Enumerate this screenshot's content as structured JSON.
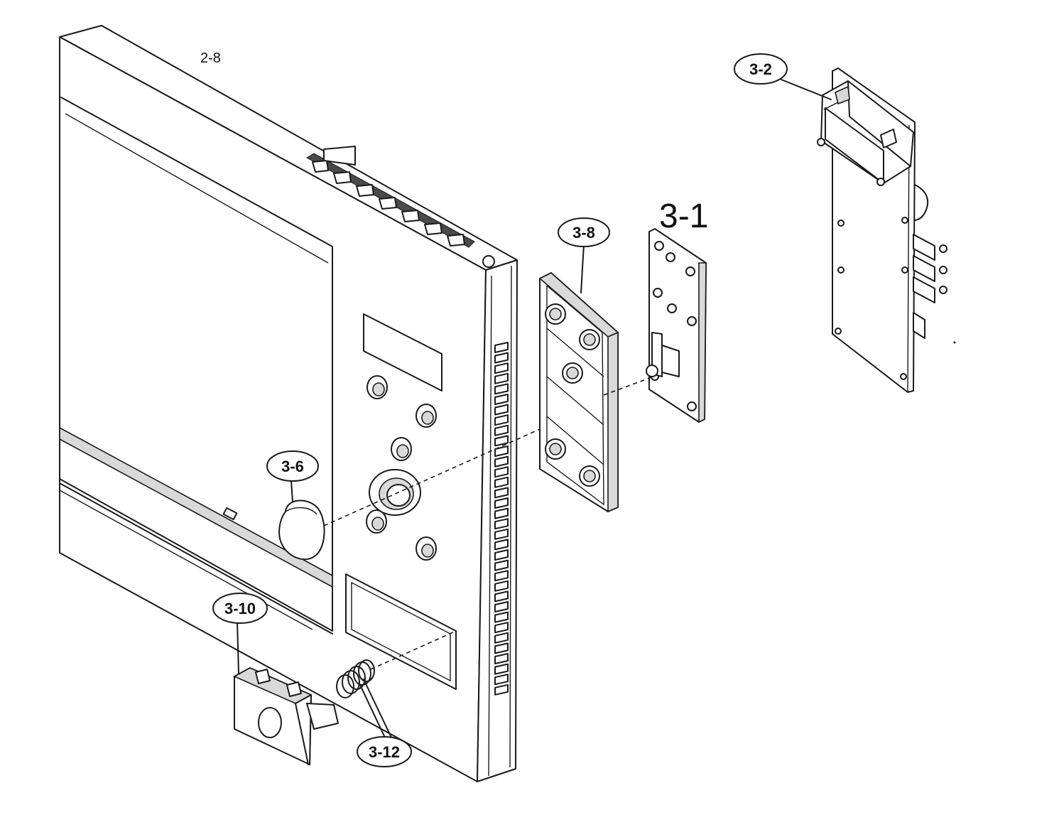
{
  "labels": {
    "panel": "2-8",
    "pcb_main": "3-2",
    "pcb_control": "3-1",
    "key_membrane": "3-8",
    "knob": "3-6",
    "door_button": "3-10",
    "spring": "3-12"
  },
  "colors": {
    "line": "#1a1a1a",
    "fill": "#ffffff",
    "shade": "#d9d9d9"
  }
}
